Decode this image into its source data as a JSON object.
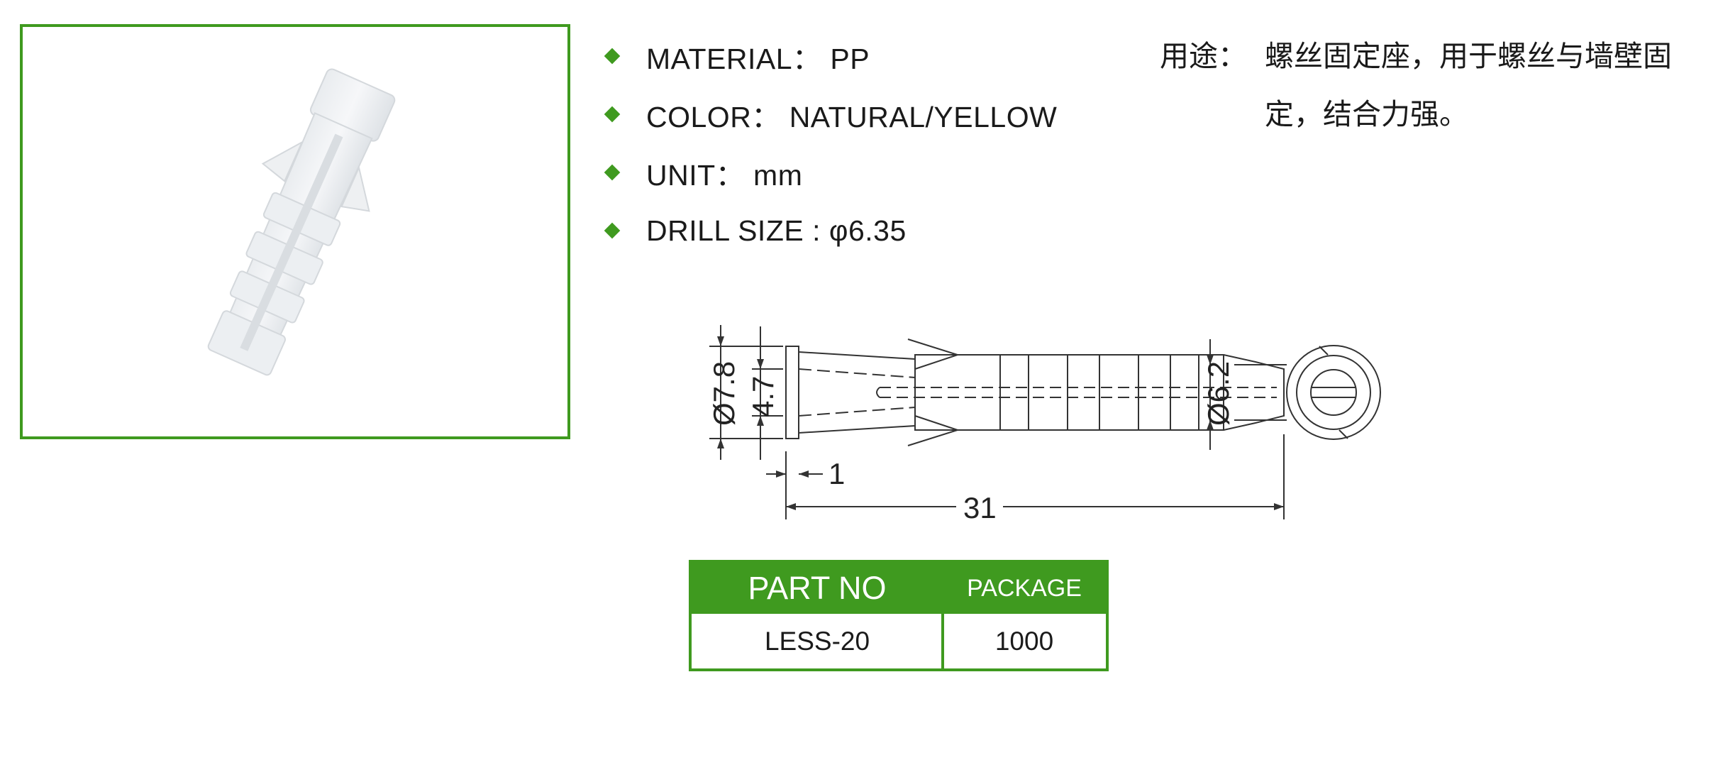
{
  "specs": [
    {
      "label": "MATERIAL： PP"
    },
    {
      "label": "COLOR： NATURAL/YELLOW"
    },
    {
      "label": "UNIT： mm"
    },
    {
      "label": "DRILL SIZE : φ6.35"
    }
  ],
  "usage": {
    "label": "用途：",
    "text": "螺丝固定座，用于螺丝与墙壁固定，结合力强。"
  },
  "drawing": {
    "dim_outer_dia": "Ø7.8",
    "dim_inner_dia": "4.7",
    "dim_tip_dia": "Ø6.2",
    "dim_flange": "1",
    "dim_length": "31"
  },
  "table": {
    "headers": [
      "PART NO",
      "PACKAGE"
    ],
    "rows": [
      [
        "LESS-20",
        "1000"
      ]
    ]
  },
  "colors": {
    "accent_green": "#3f9a1f"
  }
}
